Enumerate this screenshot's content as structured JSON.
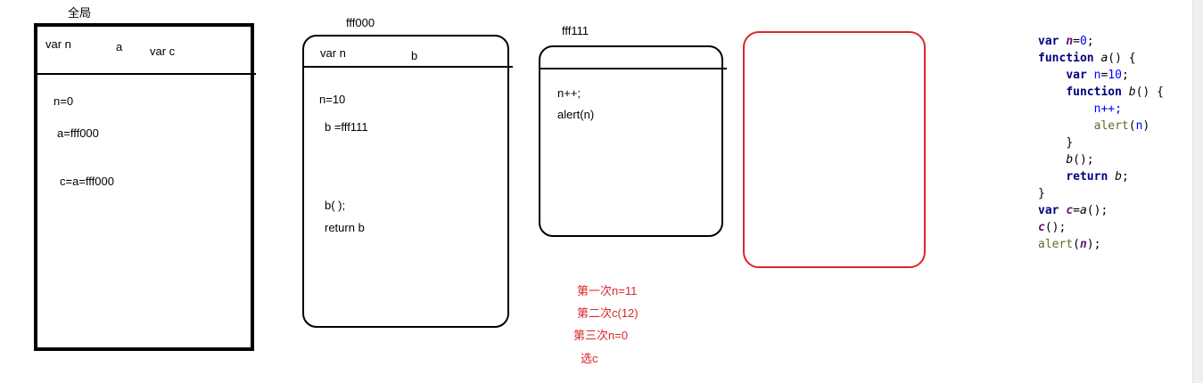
{
  "global_scope": {
    "title": "全局",
    "header": {
      "var_n": "var n",
      "a": "a",
      "var_c": "var c"
    },
    "body": {
      "n": "n=0",
      "a": "a=fff000",
      "c": "c=a=fff000"
    }
  },
  "scope_a": {
    "title": "fff000",
    "header": {
      "var_n": "var  n",
      "b": "b"
    },
    "body": {
      "n": "n=10",
      "b": "b  =fff111",
      "call": "b( );",
      "ret": "return b"
    }
  },
  "scope_b": {
    "title": "fff111",
    "body": {
      "inc": "n++;",
      "alert": "alert(n)"
    }
  },
  "notes": {
    "first": "第一次n=11",
    "second": "第二次c(12)",
    "third": "第三次n=0",
    "choice": "选c"
  },
  "code": {
    "l1": {
      "kw": "var",
      "v": "n",
      "eq": "=",
      "num": "0",
      "end": ";"
    },
    "l2": {
      "kw": "function",
      "name": "a",
      "rest": "() {"
    },
    "l3": {
      "kw": "var",
      "v": "n",
      "eq": "=",
      "num": "10",
      "end": ";"
    },
    "l4": {
      "kw": "function",
      "name": "b",
      "rest": "() {"
    },
    "l5": {
      "text": "n++;"
    },
    "l6": {
      "fn": "alert",
      "open": "(",
      "arg": "n",
      "close": ")"
    },
    "l7": {
      "text": "}"
    },
    "l8": {
      "name": "b",
      "rest": "();"
    },
    "l9": {
      "kw": "return",
      "name": "b",
      "end": ";"
    },
    "l10": {
      "text": "}"
    },
    "l11": {
      "kw": "var",
      "v": "c",
      "eq": "=",
      "name": "a",
      "rest": "();"
    },
    "l12": {
      "v": "c",
      "rest": "();"
    },
    "l13": {
      "fn": "alert",
      "open": "(",
      "arg": "n",
      "close": ");"
    }
  },
  "colors": {
    "box_border": "#000000",
    "highlight": "#d8262b",
    "keyword": "#000080",
    "variable": "#660e7a",
    "number": "#0000ff",
    "call": "#5f6a2a"
  }
}
